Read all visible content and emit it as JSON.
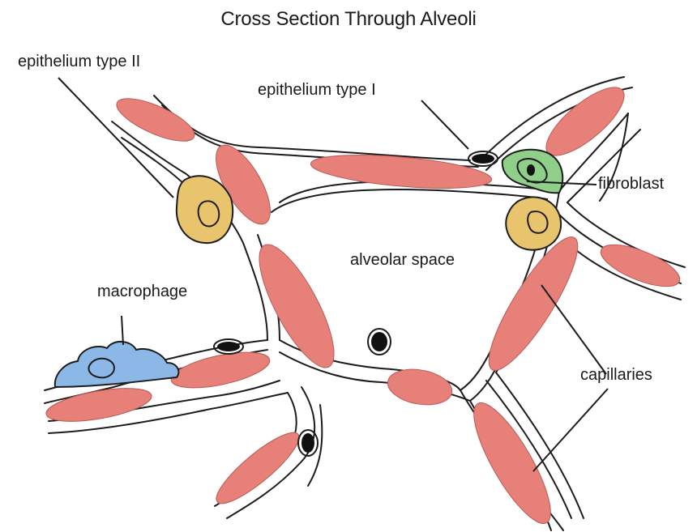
{
  "title": "Cross Section Through Alveoli",
  "labels": {
    "epithelium_type_ii": "epithelium type II",
    "epithelium_type_i": "epithelium type I",
    "fibroblast": "fibroblast",
    "alveolar_space": "alveolar space",
    "macrophage": "macrophage",
    "capillaries": "capillaries"
  },
  "colors": {
    "capillary": "#e8807a",
    "type_ii_cell": "#e8c46c",
    "fibroblast": "#8fcf8a",
    "macrophage": "#8bb8e6",
    "outline": "#1c1c1c",
    "nucleus": "#111111"
  }
}
